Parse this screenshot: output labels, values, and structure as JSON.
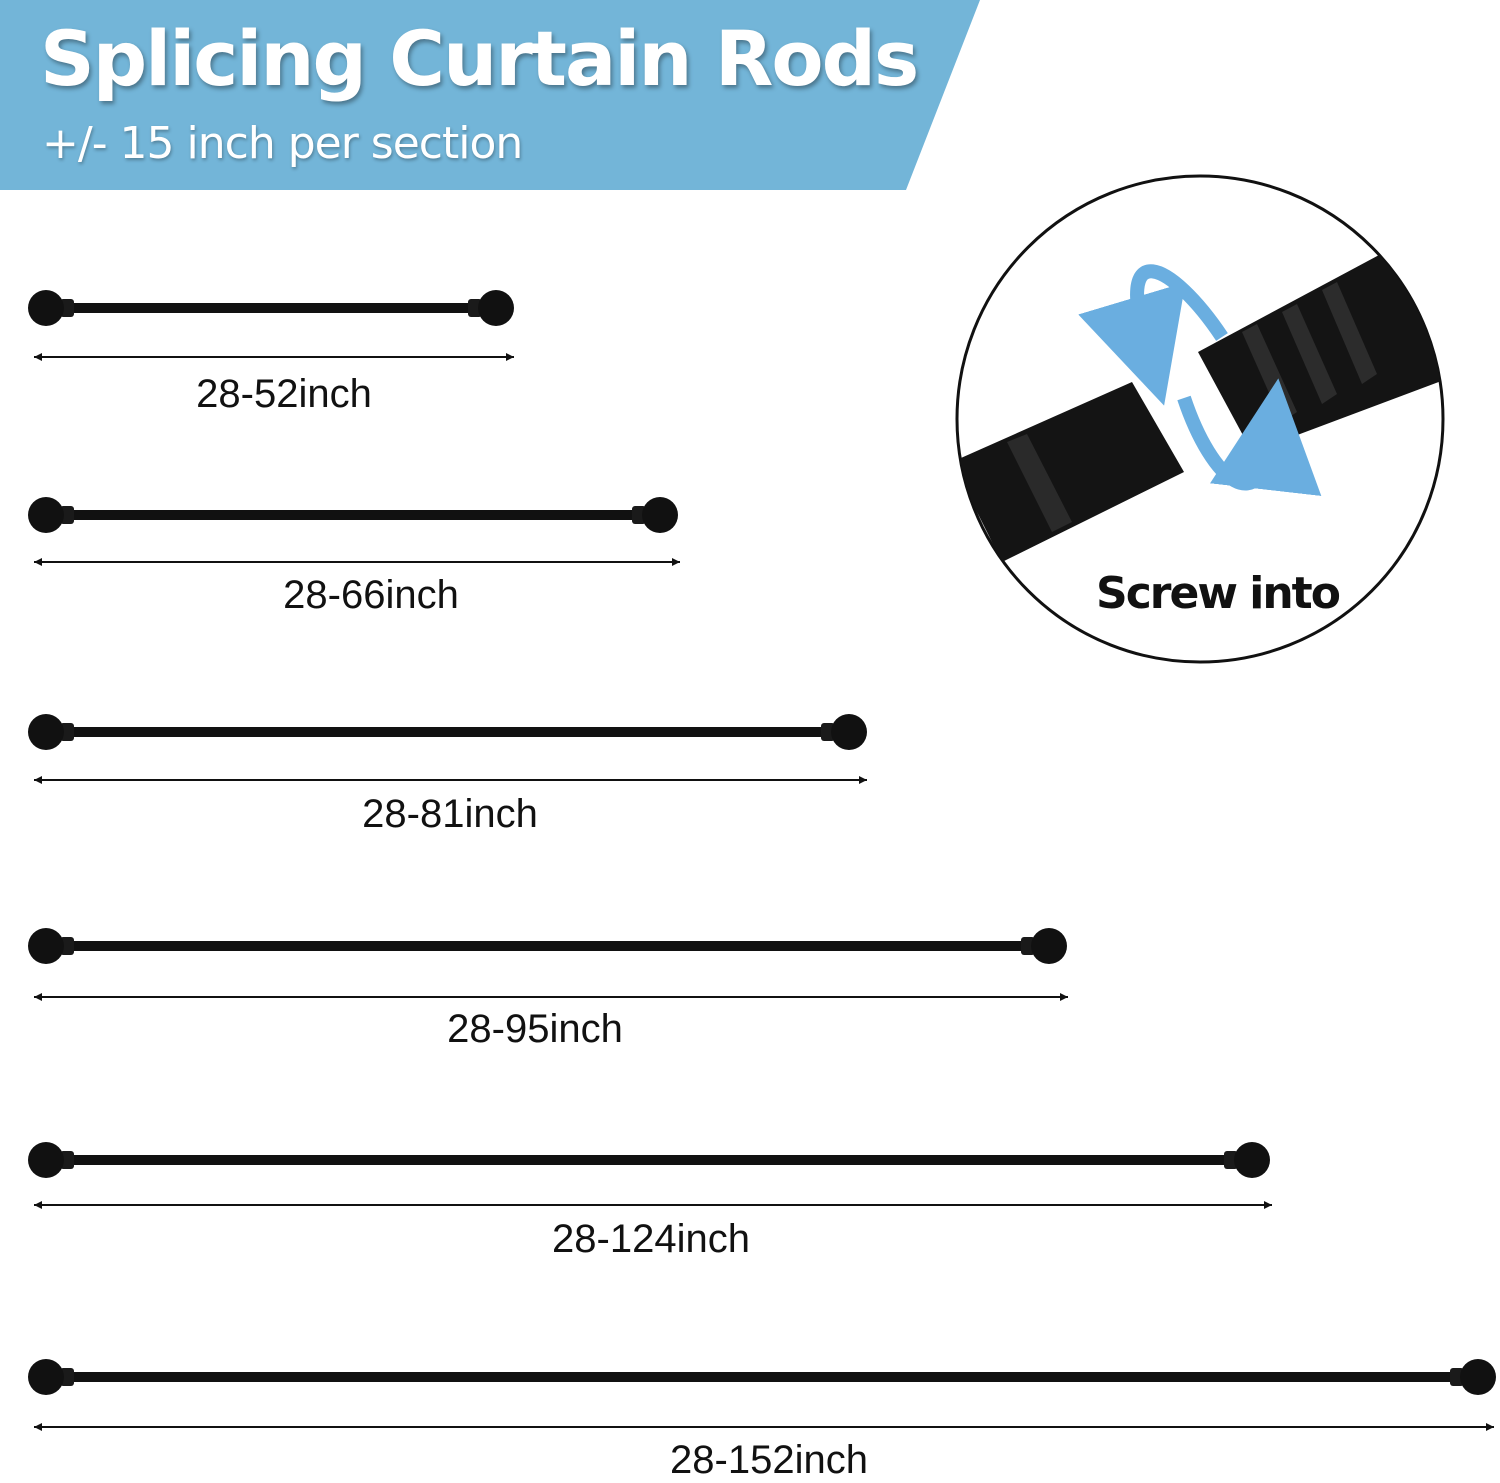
{
  "banner": {
    "title": "Splicing Curtain Rods",
    "subtitle": "+/- 15 inch per section",
    "color": "#73b5d8"
  },
  "rods": [
    {
      "label": "28-52inch"
    },
    {
      "label": "28-66inch"
    },
    {
      "label": "28-81inch"
    },
    {
      "label": "28-95inch"
    },
    {
      "label": "28-124inch"
    },
    {
      "label": "28-152inch"
    }
  ],
  "detail": {
    "caption": "Screw into",
    "icon": "rotation-arrows-icon",
    "arrow_color": "#6aaee0",
    "rod_color": "#111111"
  }
}
